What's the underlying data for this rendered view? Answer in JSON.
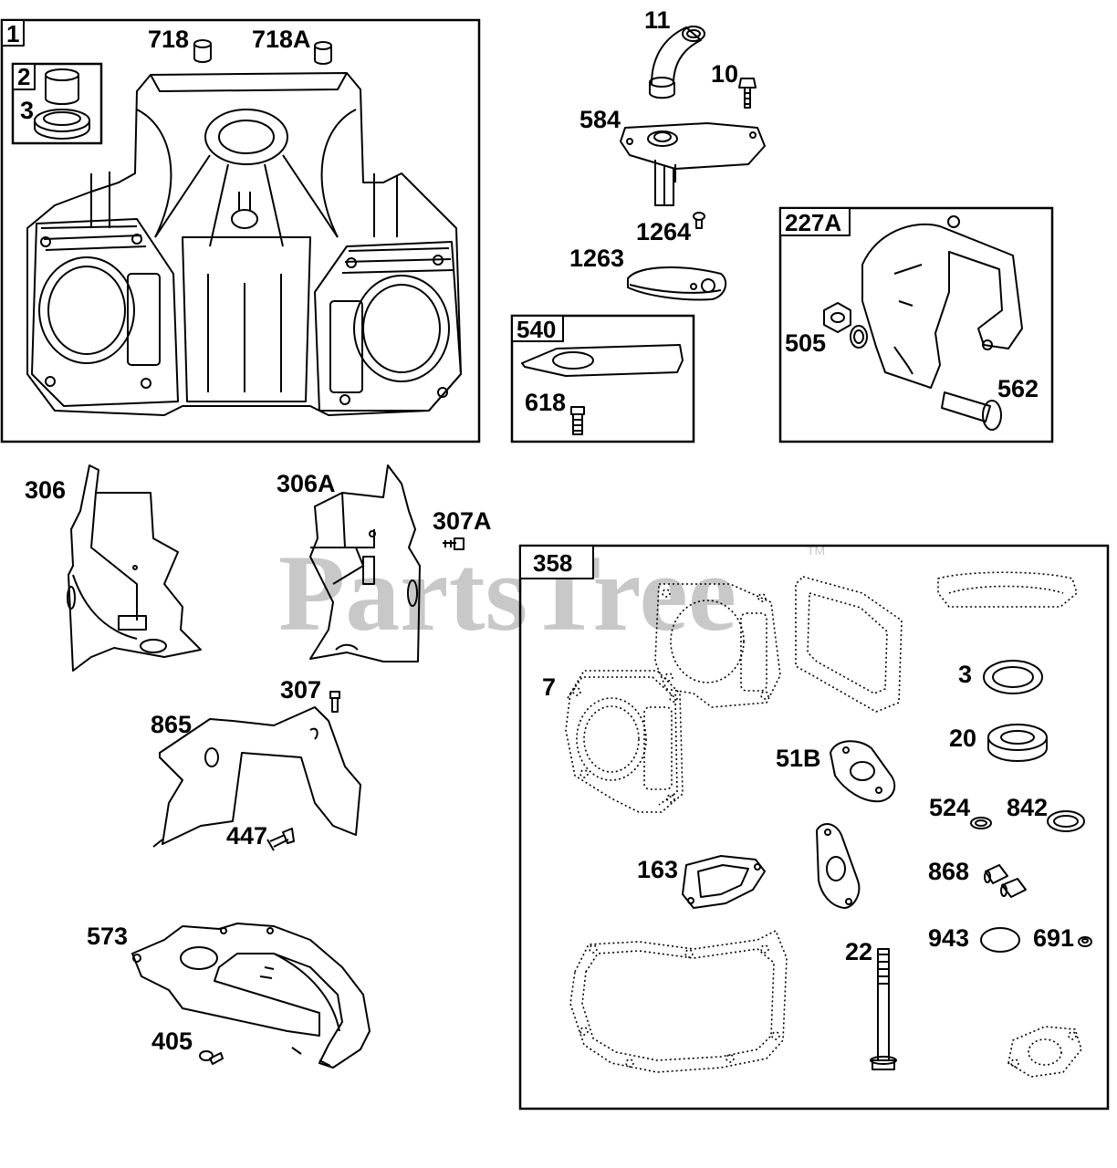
{
  "watermark": {
    "text": "PartsTree",
    "tm": "TM"
  },
  "groups": {
    "g1": "1",
    "g2": "2",
    "g540": "540",
    "g227A": "227A",
    "g358": "358"
  },
  "parts": {
    "p718": "718",
    "p718A": "718A",
    "p3_top": "3",
    "p11": "11",
    "p10": "10",
    "p584": "584",
    "p1264": "1264",
    "p1263": "1263",
    "p618": "618",
    "p505": "505",
    "p562": "562",
    "p306": "306",
    "p306A": "306A",
    "p307A": "307A",
    "p307": "307",
    "p865": "865",
    "p447": "447",
    "p573": "573",
    "p405": "405",
    "p7": "7",
    "p3_gasket": "3",
    "p20": "20",
    "p51B": "51B",
    "p524": "524",
    "p842": "842",
    "p163": "163",
    "p868": "868",
    "p943": "943",
    "p691": "691",
    "p22": "22"
  }
}
